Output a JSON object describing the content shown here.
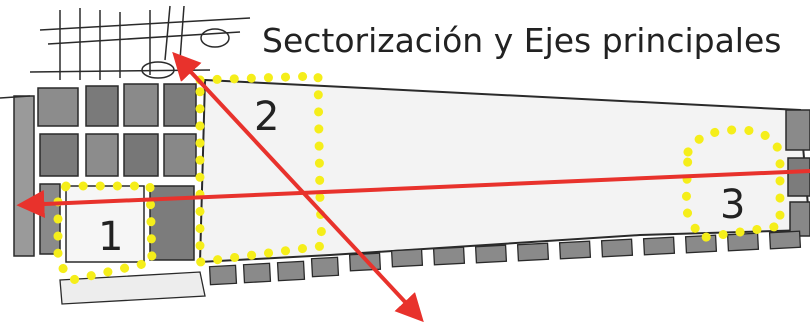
{
  "title": "Sectorización y Ejes principales",
  "sectors": [
    {
      "label": "1"
    },
    {
      "label": "2"
    },
    {
      "label": "3"
    }
  ],
  "colors": {
    "sector_outline": "#f5ee1a",
    "axis": "#e8322c",
    "block_fill": "#8c8c8c",
    "block_fill_dark": "#6f6f6f",
    "ink": "#2a2a2a",
    "site_fill": "#f4f4f4"
  }
}
